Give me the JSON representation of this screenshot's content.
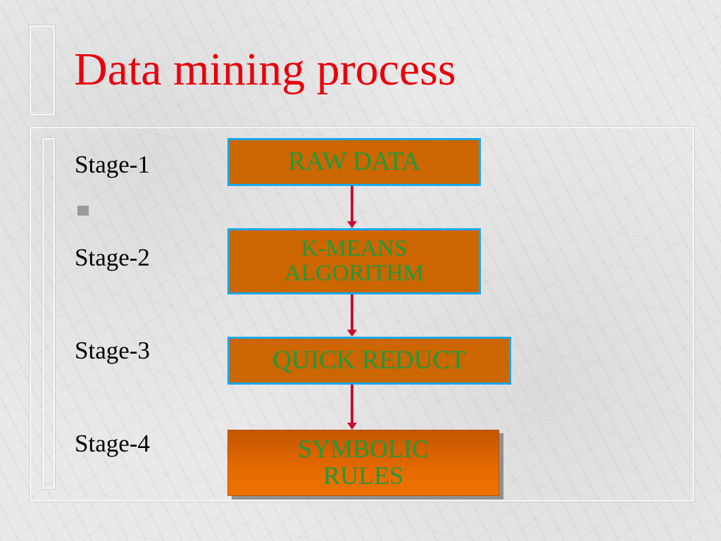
{
  "title": "Data mining process",
  "stages": [
    "Stage-1",
    "Stage-2",
    "Stage-3",
    "Stage-4"
  ],
  "flow": {
    "raw_data": "RAW DATA",
    "kmeans_line1": "K-MEANS",
    "kmeans_line2": "ALGORITHM",
    "quick_reduct": "QUICK REDUCT",
    "symbolic_line1": "SYMBOLIC",
    "symbolic_line2": "RULES"
  },
  "colors": {
    "title": "#e8000c",
    "box_fill": "#cc6600",
    "box_border": "#17a8ea",
    "box_text": "#1e9a3d",
    "arrow": "#c8102e"
  },
  "icons": {
    "bullet": "square-bullet-icon"
  }
}
